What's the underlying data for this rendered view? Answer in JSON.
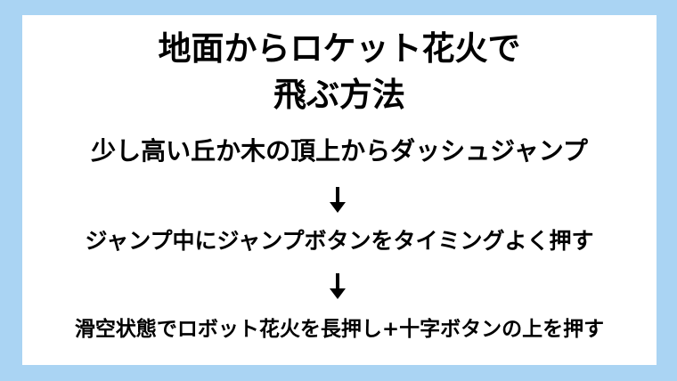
{
  "title": {
    "line1": "地面からロケット花火で",
    "line2": "飛ぶ方法"
  },
  "steps": [
    "少し高い丘か木の頂上からダッシュジャンプ",
    "ジャンプ中にジャンプボタンをタイミングよく押す",
    "滑空状態でロボット花火を長押し+十字ボタンの上を押す"
  ],
  "icons": {
    "arrow": "arrow-down-icon"
  },
  "colors": {
    "background": "#aad4f3",
    "card": "#ffffff",
    "text": "#000000"
  }
}
